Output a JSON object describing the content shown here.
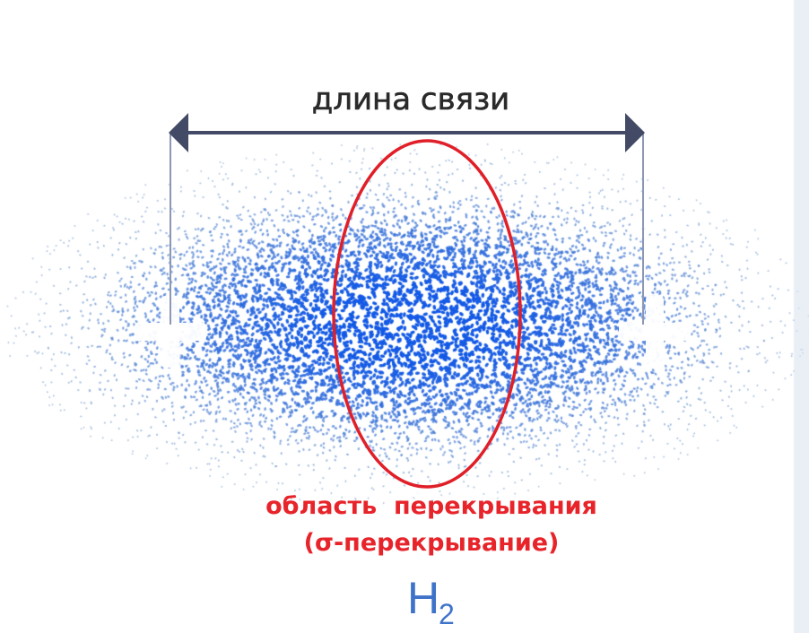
{
  "diagram": {
    "bond_length_label": "длина связи",
    "overlap_label_line1": "область  перекрывания",
    "overlap_label_line2": "(σ-перекрывание)",
    "molecule_symbol": "H",
    "molecule_subscript": "2",
    "nucleus_symbol": "+",
    "nuclei_count": 2
  },
  "colors": {
    "cloud_dense": "#1b5fd6",
    "cloud_light": "#7fa6cf",
    "overlap_ellipse": "#e01f28",
    "overlap_text": "#e8242b",
    "bond_arrow": "#424a66",
    "formula": "#3f73c9",
    "nucleus": "#ffffff"
  },
  "icons": {
    "nucleus_left": "plus-icon",
    "nucleus_right": "plus-icon",
    "bond_arrow": "double-arrow-icon"
  }
}
